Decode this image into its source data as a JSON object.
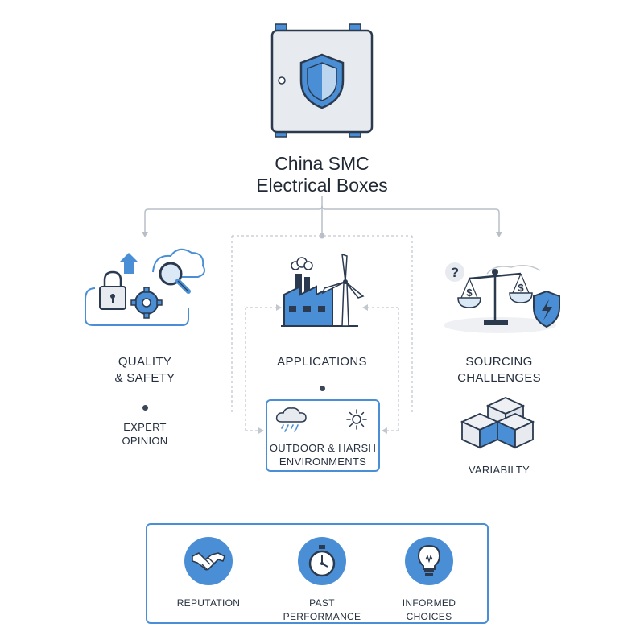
{
  "title_line1": "China SMC",
  "title_line2": "Electrical Boxes",
  "branches": {
    "left": {
      "line1": "QUALITY",
      "line2": "& SAFETY",
      "sub1": "EXPERT",
      "sub2": "OPINION"
    },
    "center": {
      "label": "APPLICATIONS",
      "box_line1": "OUTDOOR & HARSH",
      "box_line2": "ENVIRONMENTS"
    },
    "right": {
      "line1": "SOURCING",
      "line2": "CHALLENGES",
      "sub": "VARIABILTY"
    }
  },
  "factors": [
    {
      "line1": "REPUTATION",
      "line2": "",
      "icon": "handshake-icon"
    },
    {
      "line1": "PAST",
      "line2": "PERFORMANCE",
      "icon": "stopwatch-icon"
    },
    {
      "line1": "INFORMED",
      "line2": "CHOICES",
      "icon": "lightbulb-icon"
    }
  ],
  "colors": {
    "accent": "#4a8fd6",
    "dark": "#2b3a4f",
    "light_gray": "#e9ecf1",
    "connector": "#b9bfc8"
  }
}
